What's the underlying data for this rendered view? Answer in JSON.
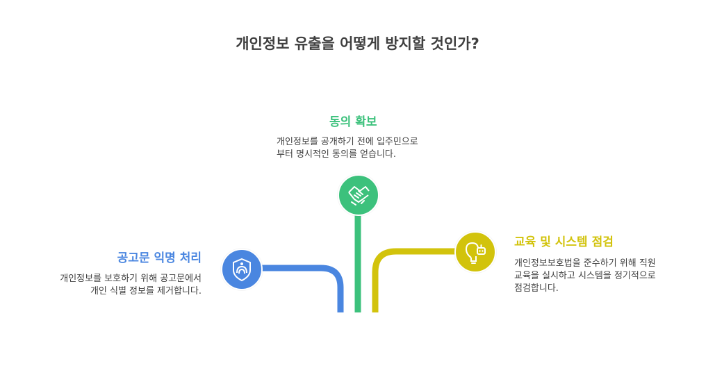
{
  "title": "개인정보 유출을 어떻게 방지할 것인가?",
  "branches": [
    {
      "heading": "공고문 익명 처리",
      "description_lines": [
        "개인정보를 보호하기 위해 공고문에서",
        "개인 식별 정보를 제거합니다."
      ],
      "icon": "anonymous-mask-shield-icon",
      "color": "#4a86e0"
    },
    {
      "heading": "동의 확보",
      "description_lines": [
        "개인정보를 공개하기 전에 입주민으로",
        "부터 명시적인 동의를 얻습니다."
      ],
      "icon": "handshake-icon",
      "color": "#3cc17c"
    },
    {
      "heading": "교육 및 시스템 점검",
      "description_lines": [
        "개인정보보호법을 준수하기 위해 직원",
        "교육을 실시하고 시스템을 정기적으로",
        "점검합니다."
      ],
      "icon": "lightbulb-robot-icon",
      "color": "#d2c30c"
    }
  ]
}
